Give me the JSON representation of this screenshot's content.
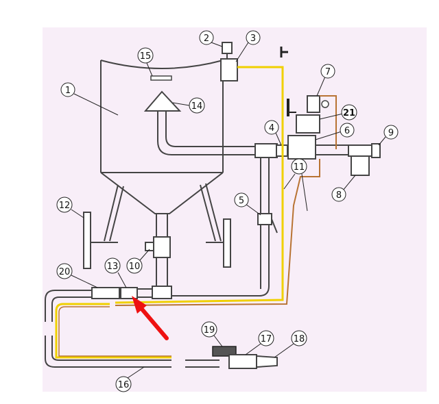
{
  "colors": {
    "panel": "#f8eef8",
    "pipe": "#444444",
    "air_hose": "#f0d000",
    "control_hose": "#b87333",
    "arrow": "#ee1111"
  },
  "callouts": [
    {
      "id": "1",
      "text": "1"
    },
    {
      "id": "2",
      "text": "2"
    },
    {
      "id": "3",
      "text": "3"
    },
    {
      "id": "4",
      "text": "4"
    },
    {
      "id": "5",
      "text": "5"
    },
    {
      "id": "6",
      "text": "6"
    },
    {
      "id": "7",
      "text": "7"
    },
    {
      "id": "8",
      "text": "8"
    },
    {
      "id": "9",
      "text": "9"
    },
    {
      "id": "10",
      "text": "10"
    },
    {
      "id": "11",
      "text": "11"
    },
    {
      "id": "12",
      "text": "12"
    },
    {
      "id": "13",
      "text": "13"
    },
    {
      "id": "14",
      "text": "14"
    },
    {
      "id": "15",
      "text": "15"
    },
    {
      "id": "16",
      "text": "16"
    },
    {
      "id": "17",
      "text": "17"
    },
    {
      "id": "18",
      "text": "18"
    },
    {
      "id": "19",
      "text": "19"
    },
    {
      "id": "20",
      "text": "20"
    },
    {
      "id": "21",
      "text": "21"
    }
  ]
}
